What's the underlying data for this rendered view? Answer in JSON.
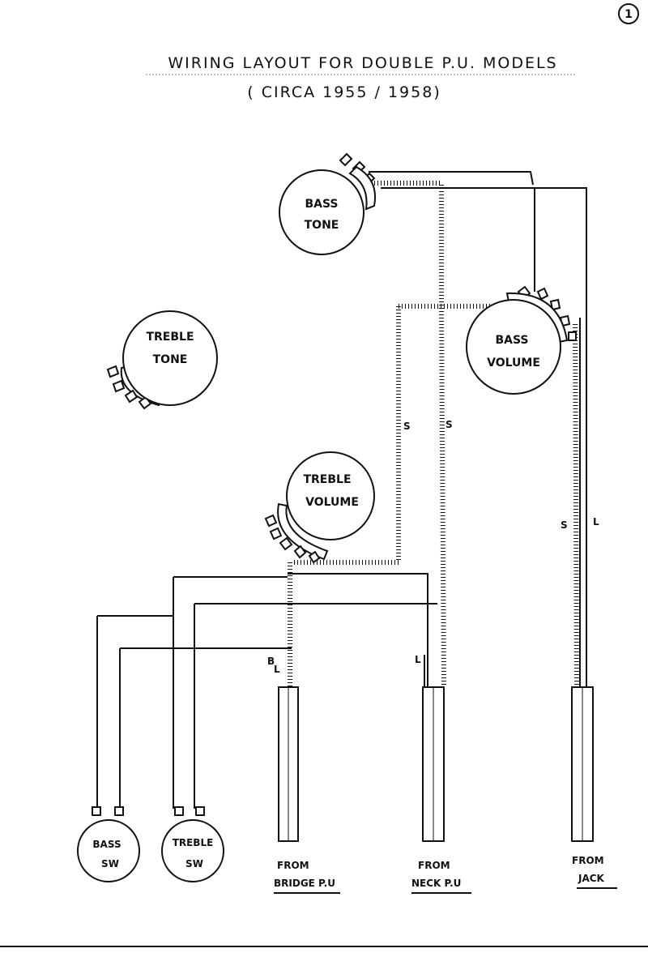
{
  "page_number": "1",
  "title": {
    "line1": "WIRING LAYOUT FOR DOUBLE P.U. MODELS",
    "line2": "( CIRCA 1955 / 1958)"
  },
  "pots": {
    "bass_tone": {
      "line1": "BASS",
      "line2": "TONE"
    },
    "treble_tone": {
      "line1": "TREBLE",
      "line2": "TONE"
    },
    "bass_volume": {
      "line1": "BASS",
      "line2": "VOLUME"
    },
    "treble_volume": {
      "line1": "TREBLE",
      "line2": "VOLUME"
    }
  },
  "switches": {
    "bass_sw": {
      "line1": "BASS",
      "line2": "SW"
    },
    "treble_sw": {
      "line1": "TREBLE",
      "line2": "SW"
    }
  },
  "sources": {
    "bridge": {
      "line1": "FROM",
      "line2": "BRIDGE P.U"
    },
    "neck": {
      "line1": "FROM",
      "line2": "NECK P.U"
    },
    "jack": {
      "line1": "FROM",
      "line2": "JACK"
    }
  },
  "wire_labels": {
    "s_left": "S",
    "s_center": "S",
    "s_jack": "S",
    "l_jack": "L",
    "l_neck": "L",
    "bl_top": "B",
    "bl_bottom": "L"
  }
}
